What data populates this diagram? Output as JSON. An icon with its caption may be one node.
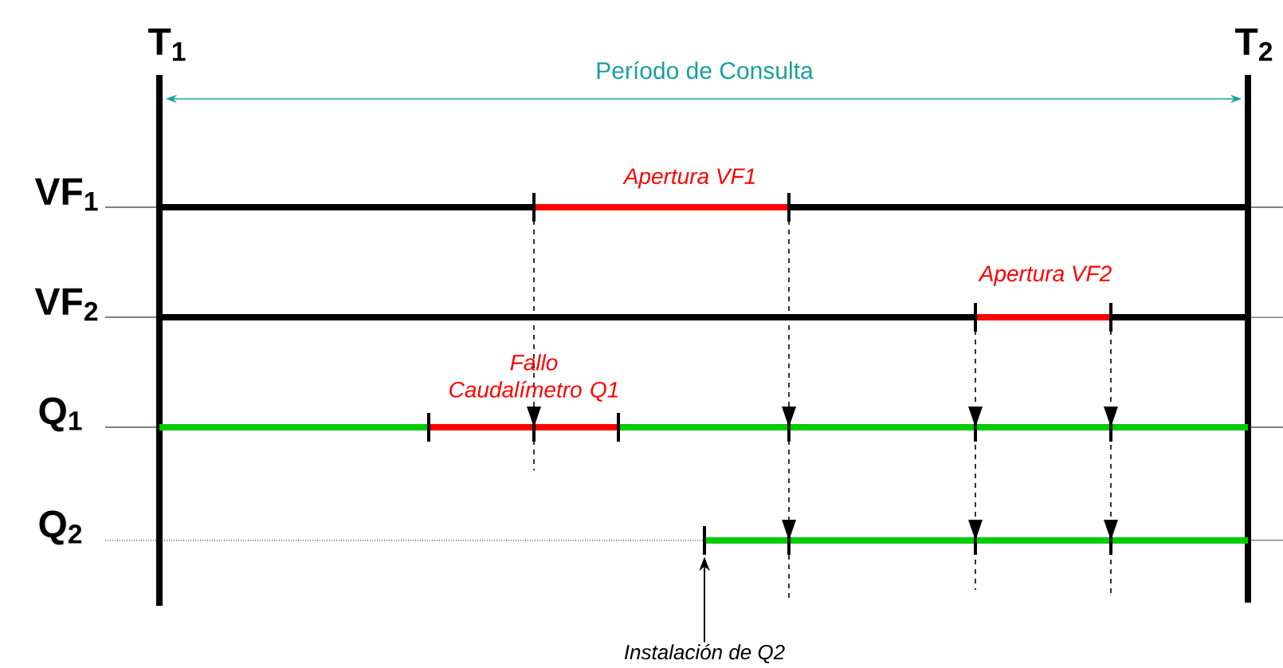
{
  "diagram": {
    "nodes": [
      {
        "text": [
          "Instalación de Q2"
        ]
      },
      {
        "text": [],
        "shape": "bar"
      }
    ],
    "edges": [
      {
        "from": 0,
        "to": 1,
        "arrow": "to"
      }
    ],
    "labels": [
      "T$_{1}$",
      "T$_{2}$",
      "Período de Consulta",
      "VF$_{1}$",
      "Apertura VF1",
      "VF$_{2}$",
      "Apertura VF2",
      "Fallo Caudalímetro Q1",
      "Q$_{1}$",
      "Q$_{2}$"
    ]
  }
}
